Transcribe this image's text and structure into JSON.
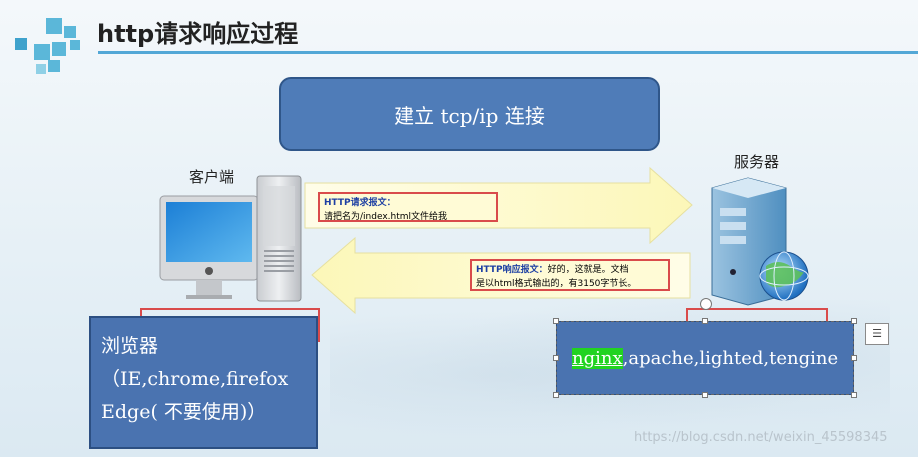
{
  "slide": {
    "title": "http请求响应过程",
    "connect_label": "建立 tcp/ip  连接",
    "client_label": "客户端",
    "server_label": "服务器",
    "request": {
      "title": "HTTP请求报文：",
      "body": "请把名为/index.html文件给我"
    },
    "response": {
      "title": "HTTP响应报文：",
      "body_inline": "好的，这就是。文档",
      "body_line2": "是以html格式输出的，有3150字节长。"
    },
    "browser": {
      "line1": "浏览器",
      "line2": "（IE,chrome,firefox",
      "line3": "Edge( 不要使用)）"
    },
    "servers": {
      "highlight": "nginx",
      "rest": ",apache,lighted,tengine"
    },
    "watermark": "https://blog.csdn.net/weixin_45598345"
  },
  "colors": {
    "accent": "#53a7d6",
    "box_fill": "#4a73b0",
    "highlight": "#21d321",
    "outline_red": "#d94b4b"
  }
}
